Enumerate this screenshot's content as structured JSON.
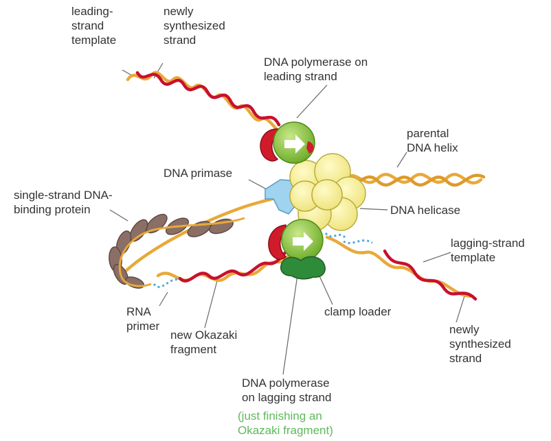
{
  "labels": {
    "leading_strand_template": "leading-\nstrand\ntemplate",
    "newly_synthesized_top": "newly\nsynthesized\nstrand",
    "polymerase_leading": "DNA polymerase on\nleading strand",
    "parental_helix": "parental\nDNA helix",
    "dna_primase": "DNA primase",
    "ssb": "single-strand DNA-\nbinding protein",
    "dna_helicase": "DNA helicase",
    "lagging_template": "lagging-strand\ntemplate",
    "clamp_loader": "clamp loader",
    "rna_primer": "RNA\nprimer",
    "new_okazaki": "new Okazaki\nfragment",
    "newly_synthesized_bottom": "newly\nsynthesized\nstrand",
    "polymerase_lagging": "DNA polymerase\non lagging strand",
    "just_finishing": "(just finishing an\nOkazaki fragment)"
  },
  "colors": {
    "template_strand": "#e8a93a",
    "new_strand": "#c8102e",
    "polymerase": "#8dc63f",
    "clamp": "#d01c2a",
    "helicase": "#f6ef8a",
    "primase": "#9fd3ef",
    "ssb_protein": "#8b6f66",
    "clamp_loader": "#2e8b3a",
    "rna_primer": "#4aa8e0",
    "label_text": "#333333",
    "note_text": "#5fb85a"
  }
}
